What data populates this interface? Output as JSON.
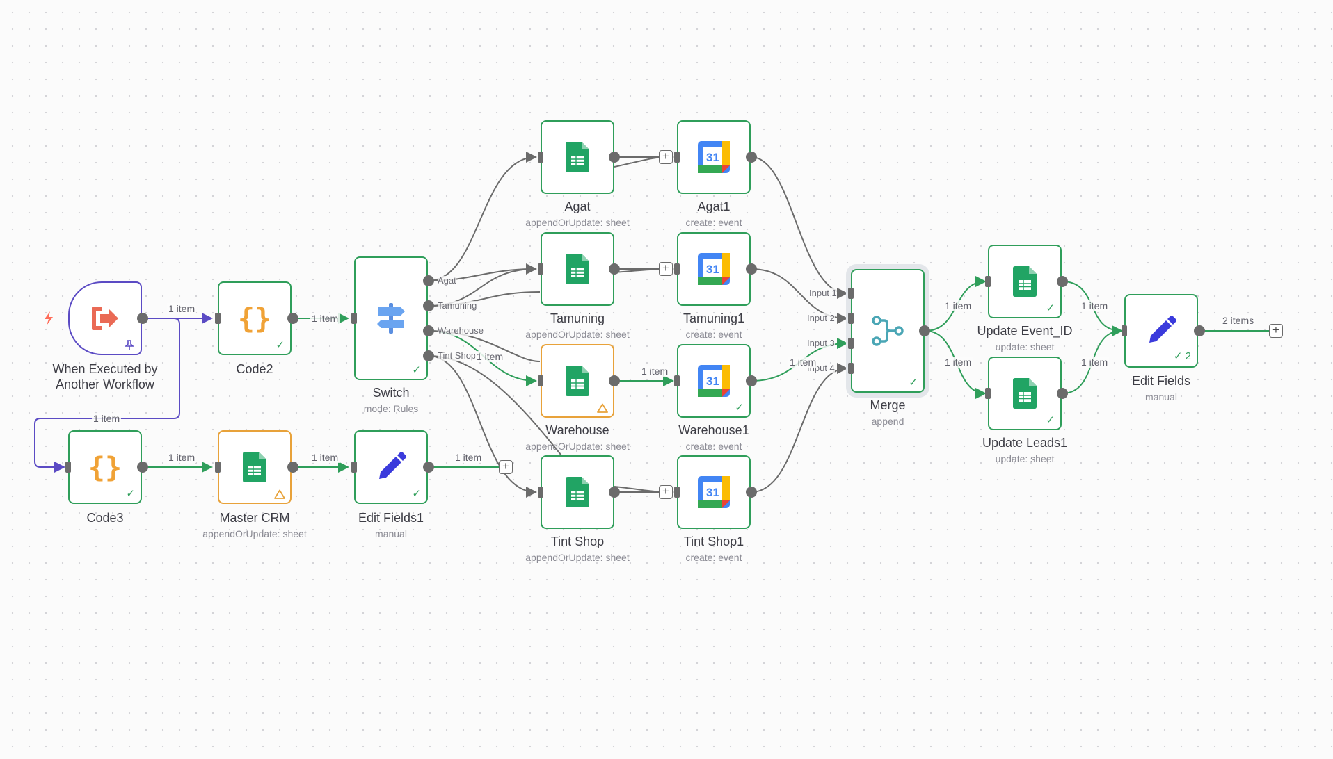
{
  "nodes": {
    "trigger": {
      "name": "When Executed by",
      "name2": "Another Workflow",
      "subtitle": ""
    },
    "code2": {
      "name": "Code2"
    },
    "switch": {
      "name": "Switch",
      "subtitle": "mode: Rules"
    },
    "code3": {
      "name": "Code3"
    },
    "master_crm": {
      "name": "Master CRM",
      "subtitle": "appendOrUpdate: sheet"
    },
    "edit_fields1": {
      "name": "Edit Fields1",
      "subtitle": "manual"
    },
    "agat": {
      "name": "Agat",
      "subtitle": "appendOrUpdate: sheet"
    },
    "tamuning": {
      "name": "Tamuning",
      "subtitle": "appendOrUpdate: sheet"
    },
    "warehouse": {
      "name": "Warehouse",
      "subtitle": "appendOrUpdate: sheet"
    },
    "tint_shop": {
      "name": "Tint Shop",
      "subtitle": "appendOrUpdate: sheet"
    },
    "agat1": {
      "name": "Agat1",
      "subtitle": "create: event"
    },
    "tamuning1": {
      "name": "Tamuning1",
      "subtitle": "create: event"
    },
    "warehouse1": {
      "name": "Warehouse1",
      "subtitle": "create: event"
    },
    "tint_shop1": {
      "name": "Tint Shop1",
      "subtitle": "create: event"
    },
    "merge": {
      "name": "Merge",
      "subtitle": "append"
    },
    "update_event_id": {
      "name": "Update Event_ID",
      "subtitle": "update: sheet"
    },
    "update_leads1": {
      "name": "Update Leads1",
      "subtitle": "update: sheet"
    },
    "edit_fields": {
      "name": "Edit Fields",
      "subtitle": "manual",
      "run_count": "2"
    }
  },
  "switch_outputs": [
    "Agat",
    "Tamuning",
    "Warehouse",
    "Tint Shop"
  ],
  "merge_inputs": [
    "Input 1",
    "Input 2",
    "Input 3",
    "Input 4"
  ],
  "edge_labels": {
    "trigger_code2": "1 item",
    "code2_switch": "1 item",
    "trigger_code3": "1 item",
    "code3_master": "1 item",
    "master_edit1": "1 item",
    "edit1_out": "1 item",
    "switch_tint": "1 item",
    "warehouse_warehouse1": "1 item",
    "warehouse1_merge": "1 item",
    "merge_update_event": "1 item",
    "merge_update_leads": "1 item",
    "update_event_edit": "1 item",
    "update_leads_edit": "1 item",
    "edit_out": "2 items"
  },
  "icons": {
    "trigger": "workflow-exit-icon",
    "code": "code-braces-icon",
    "switch": "signpost-icon",
    "sheets": "google-sheets-icon",
    "calendar": "google-calendar-icon",
    "merge": "merge-icon",
    "edit": "pencil-icon"
  },
  "colors": {
    "success": "#2f9e5a",
    "warning": "#e8a23a",
    "trigger": "#5b4bc4",
    "edge": "#6b6b6b"
  }
}
